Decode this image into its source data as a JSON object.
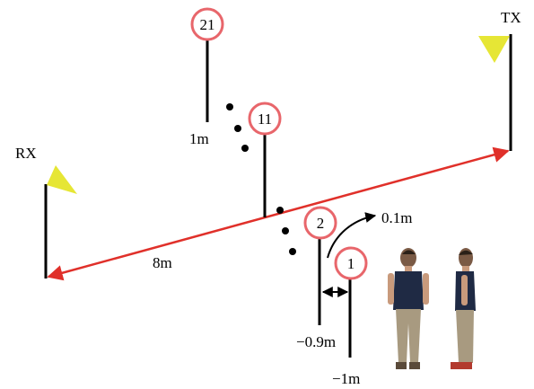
{
  "labels": {
    "rx": "RX",
    "tx": "TX",
    "distance": "8m",
    "pos_top": "1m",
    "step": "0.1m",
    "pos_near": "−0.9m",
    "pos_bottom": "−1m"
  },
  "markers": [
    "21",
    "11",
    "2",
    "1"
  ],
  "colors": {
    "link_line": "#e0302a",
    "marker_ring": "#e8666b",
    "flag": "#e6e635",
    "pole": "#000000"
  }
}
